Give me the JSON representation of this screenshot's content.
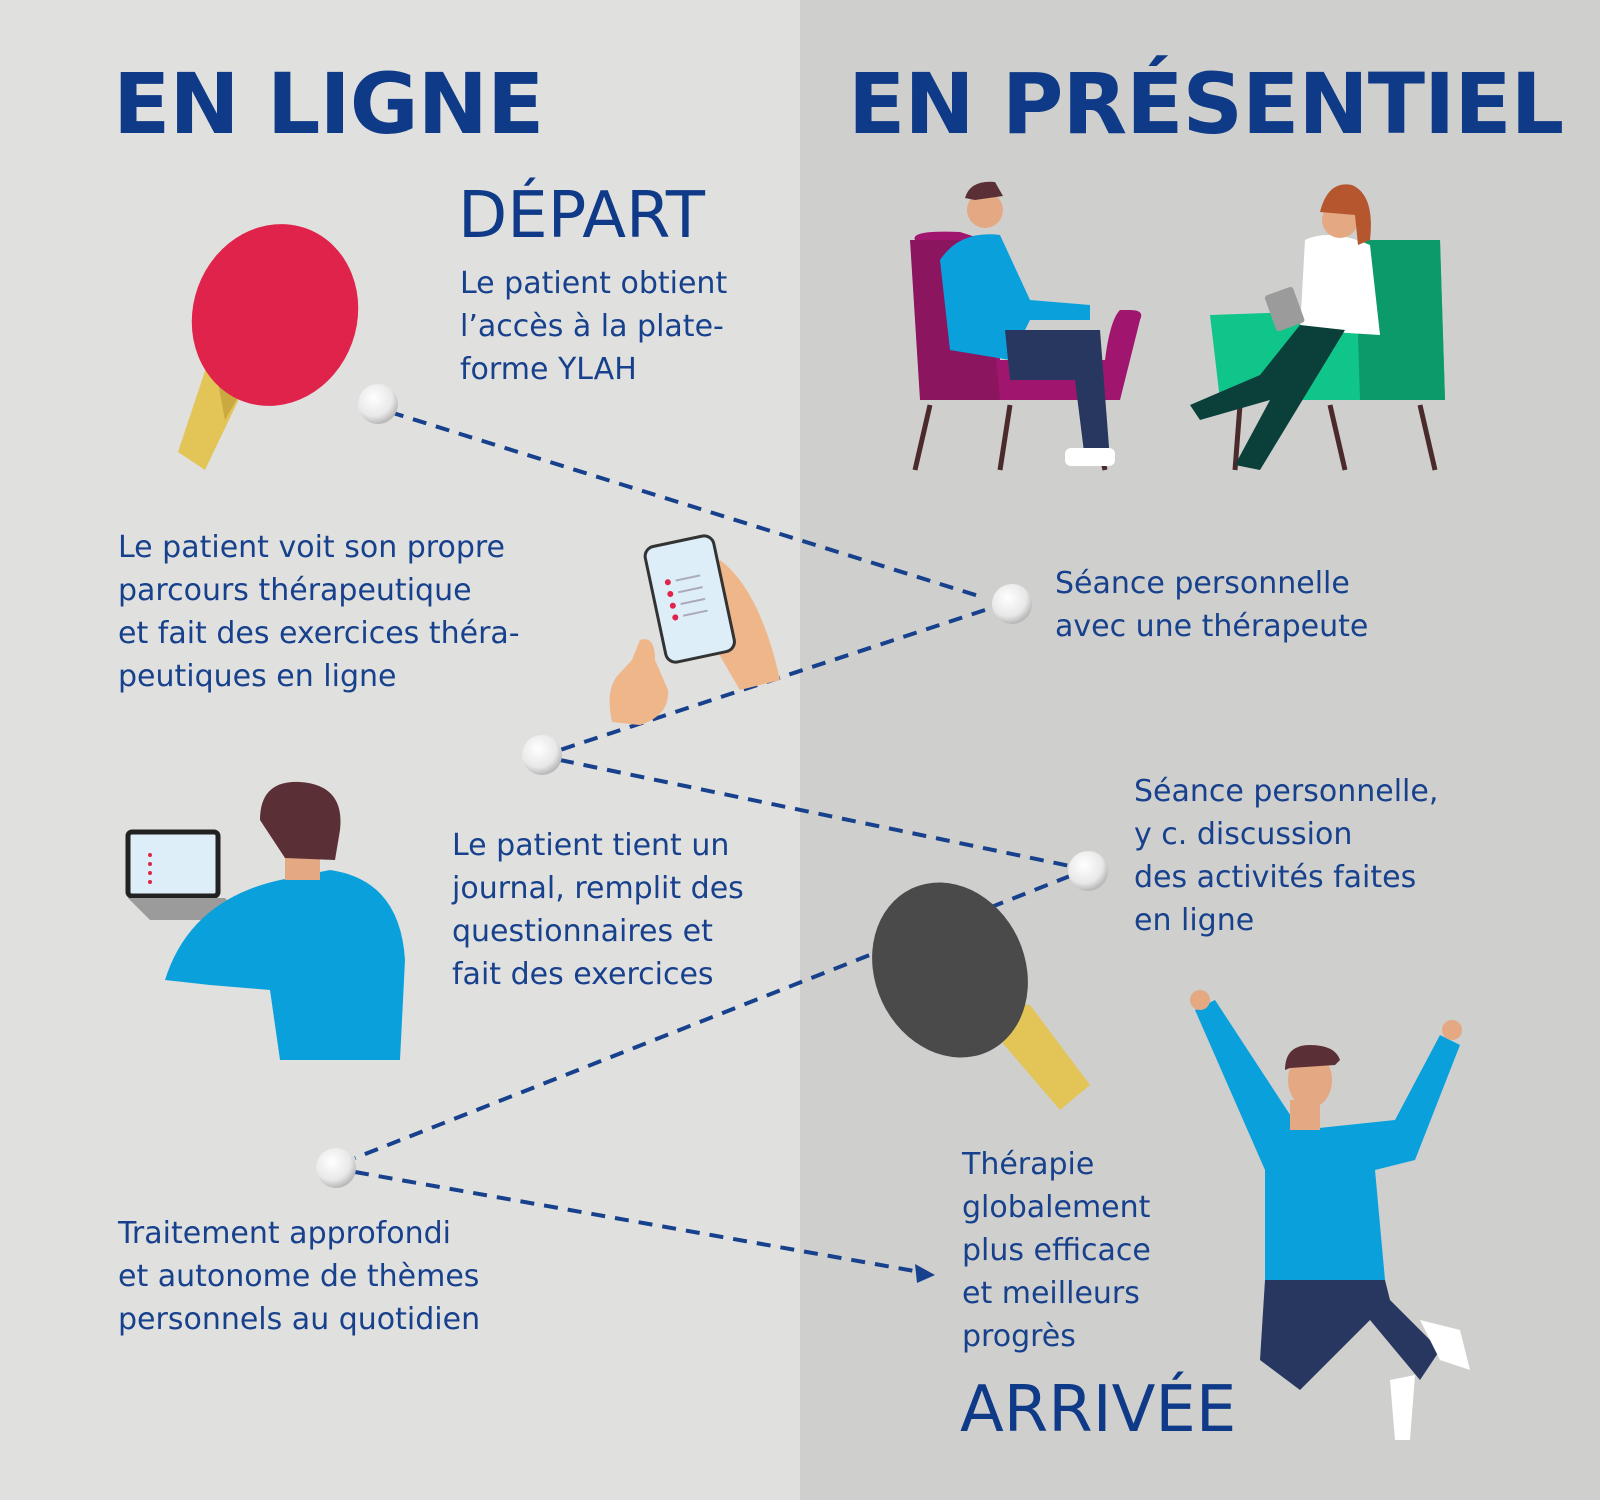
{
  "colors": {
    "left_bg": "#e0e0df",
    "right_bg": "#cfcfce",
    "text": "#17418c",
    "heading": "#0f3a87",
    "paddle_red": "#e0234a",
    "paddle_black": "#4a4a4a",
    "handle": "#e3c457",
    "sweater_blue": "#0aa0dc"
  },
  "headings": {
    "online": "EN LIGNE",
    "in_person": "EN PRÉSENTIEL",
    "start": "DÉPART",
    "finish": "ARRIVÉE"
  },
  "steps": [
    {
      "id": "start",
      "side": "online",
      "text": "Le patient obtient\nl’accès à la plate-\nforme YLAH"
    },
    {
      "id": "session1",
      "side": "in_person",
      "text": "Séance personnelle\navec une thérapeute"
    },
    {
      "id": "own-path",
      "side": "online",
      "text": "Le patient voit son propre\nparcours thérapeutique\net fait des exercices théra-\npeutiques en ligne"
    },
    {
      "id": "journal",
      "side": "online",
      "text": "Le patient tient un\njournal, remplit des\nquestionnaires et\nfait des exercices"
    },
    {
      "id": "session2",
      "side": "in_person",
      "text": "Séance personnelle,\ny c. discussion\ndes activités faites\nen ligne"
    },
    {
      "id": "autonomous",
      "side": "online",
      "text": "Traitement approfondi\net autonome de thèmes\npersonnels au quotidien"
    },
    {
      "id": "finish",
      "side": "in_person",
      "text": "Thérapie\nglobalement\nplus efficace\net meilleurs\nprogrès"
    }
  ],
  "icons": [
    "red-paddle-icon",
    "black-paddle-icon",
    "ball-icon",
    "therapy-session-illustration",
    "phone-hand-icon",
    "laptop-user-illustration",
    "jumping-person-illustration",
    "arrow-head-icon"
  ]
}
